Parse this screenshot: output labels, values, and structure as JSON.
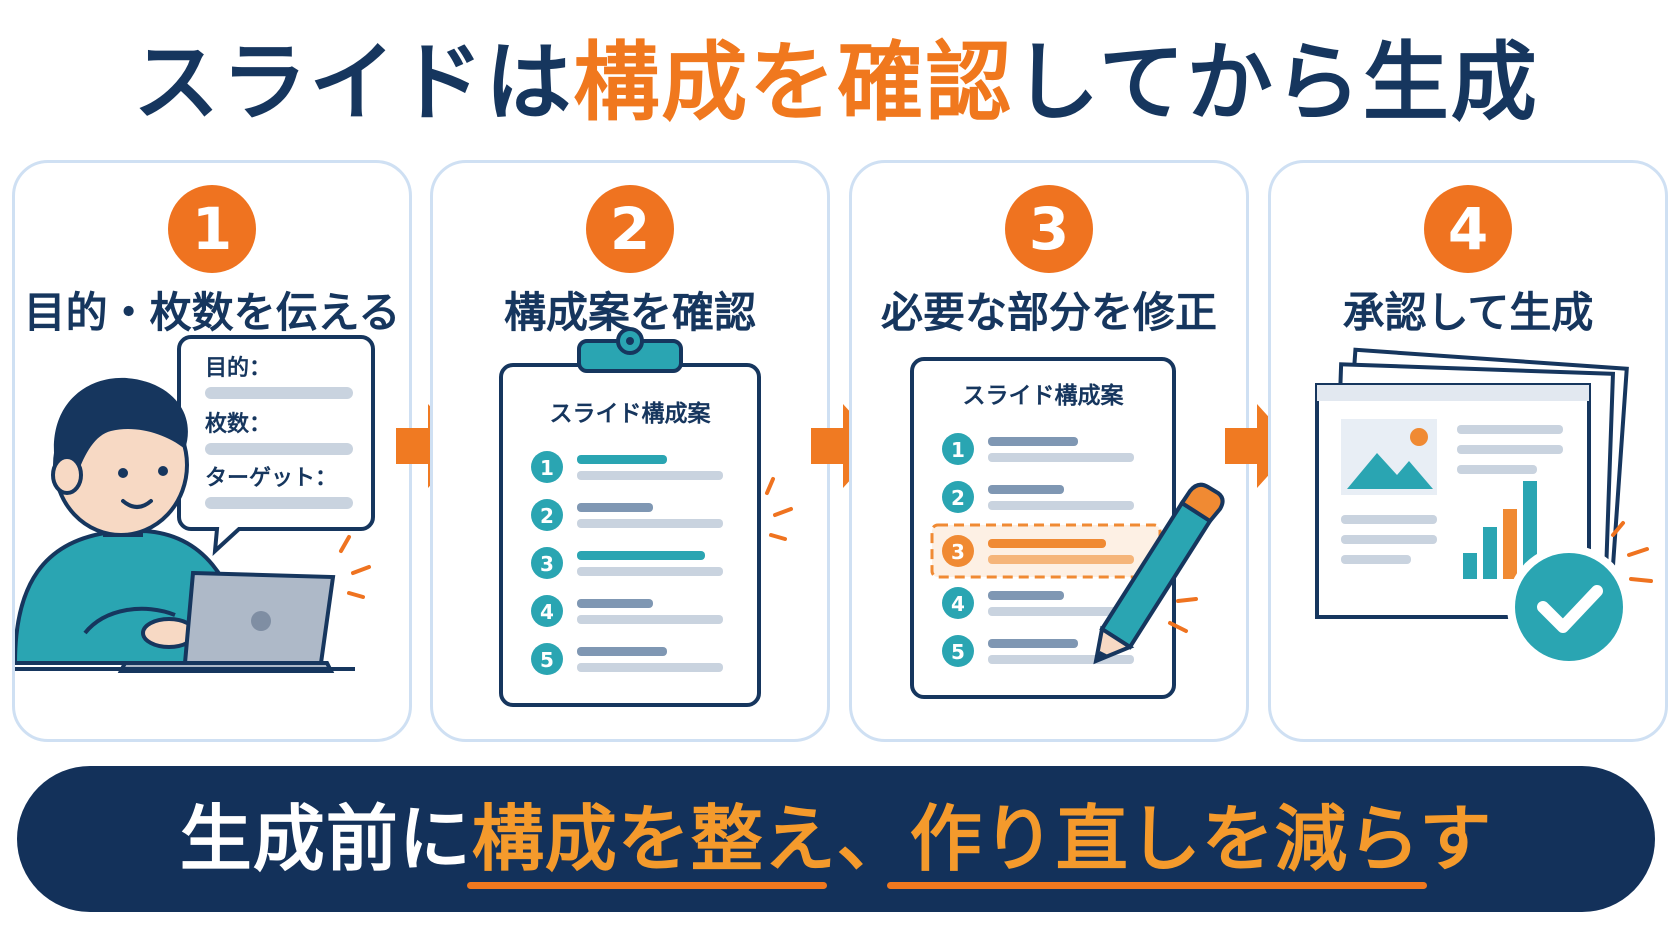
{
  "title": {
    "part1": "スライドは",
    "accent": "構成を確認",
    "part2": "してから生成"
  },
  "steps": [
    {
      "number": "1",
      "title": "目的・枚数を伝える",
      "form_labels": [
        "目的：",
        "枚数：",
        "ターゲット："
      ]
    },
    {
      "number": "2",
      "title": "構成案を確認",
      "doc_title": "スライド構成案",
      "items": [
        "1",
        "2",
        "3",
        "4",
        "5"
      ]
    },
    {
      "number": "3",
      "title": "必要な部分を修正",
      "doc_title": "スライド構成案",
      "items": [
        "1",
        "2",
        "3",
        "4",
        "5"
      ]
    },
    {
      "number": "4",
      "title": "承認して生成"
    }
  ],
  "banner": {
    "part1": "生成前に",
    "accent1": "構成を整え、",
    "accent2": "作り直しを減らす"
  },
  "colors": {
    "navy": "#16365e",
    "orange": "#ef7320",
    "teal": "#2aa5b2",
    "card_border": "#cfe0f3"
  }
}
